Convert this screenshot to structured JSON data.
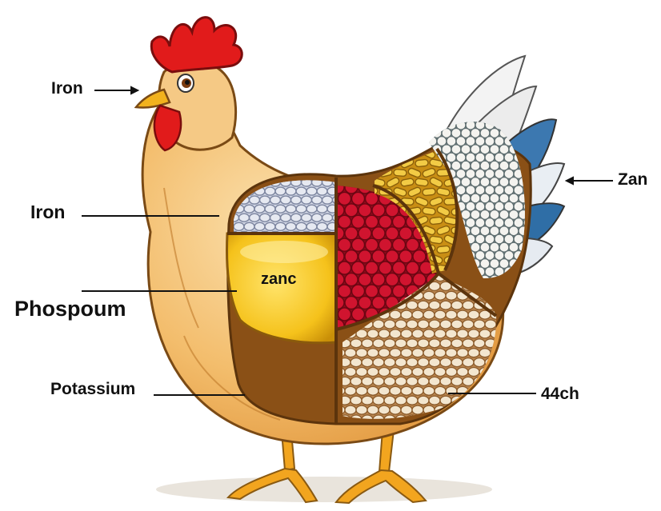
{
  "labels": {
    "iron_top": "Iron",
    "iron_mid": "Iron",
    "phosphorus": "Phospoum",
    "potassium": "Potassium",
    "zan": "Zan",
    "ch44": "44ch",
    "zanc": "zanc"
  },
  "colors": {
    "body": "#f1b25c",
    "body_light": "#f8d8a2",
    "comb": "#e11b1b",
    "beak": "#f2b21d",
    "legs": "#f2a51f",
    "yellow_section": "#f5c21b",
    "red_beans": "#c9102b",
    "white_beans": "#efe9dc",
    "blue_grey_beans": "#c9cfe0",
    "yellow_pasta": "#efc43a",
    "tail_blue": "#2f6ea6",
    "leader_line": "#111111"
  },
  "icons": [
    "chicken-illustration",
    "comb-icon",
    "beak-icon",
    "eye-icon",
    "wattle-icon",
    "tail-feathers-icon",
    "legs-icon"
  ]
}
